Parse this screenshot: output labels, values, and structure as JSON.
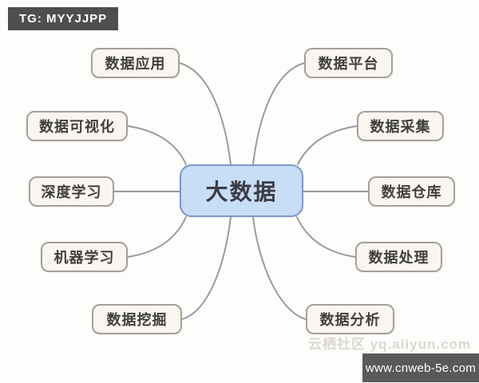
{
  "badge": {
    "label": "TG: MYYJJPP"
  },
  "diagram": {
    "center": {
      "label": "大数据"
    },
    "nodes": [
      {
        "id": "data-application",
        "label": "数据应用",
        "side": "left"
      },
      {
        "id": "data-visualization",
        "label": "数据可视化",
        "side": "left"
      },
      {
        "id": "deep-learning",
        "label": "深度学习",
        "side": "left"
      },
      {
        "id": "machine-learning",
        "label": "机器学习",
        "side": "left"
      },
      {
        "id": "data-mining",
        "label": "数据挖掘",
        "side": "left"
      },
      {
        "id": "data-platform",
        "label": "数据平台",
        "side": "right"
      },
      {
        "id": "data-collection",
        "label": "数据采集",
        "side": "right"
      },
      {
        "id": "data-warehouse",
        "label": "数据仓库",
        "side": "right"
      },
      {
        "id": "data-processing",
        "label": "数据处理",
        "side": "right"
      },
      {
        "id": "data-analysis",
        "label": "数据分析",
        "side": "right"
      }
    ]
  },
  "watermark": {
    "text": "云栖社区 yq.aliyun.com"
  },
  "footer": {
    "url": "www.cnweb-5e.com"
  },
  "colors": {
    "center_fill": "#c8ddf6",
    "center_border": "#7b97c9",
    "node_fill": "#f9f5ef",
    "node_border": "#a49f99",
    "connector": "#9b9b9b",
    "badge_bg": "#4e4e4c",
    "footer_bg": "#59595b"
  }
}
